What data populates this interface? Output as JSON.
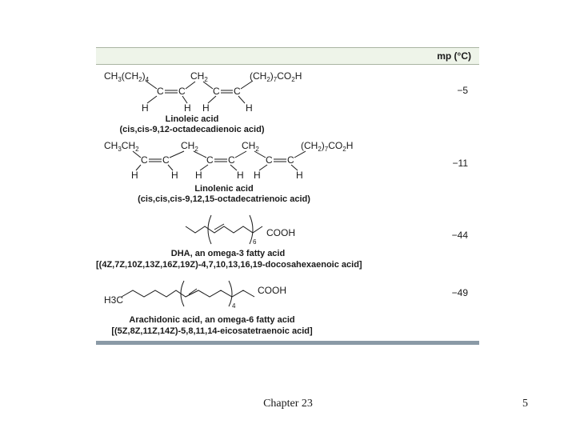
{
  "table": {
    "mp_header": "mp (°C)",
    "rows": [
      {
        "name": "Linoleic acid",
        "systematic": "(cis,cis-9,12-octadecadienoic acid)",
        "mp": "−5",
        "struct": {
          "left_group": "CH3(CH2)4",
          "ch2_1": "CH2",
          "right_group": "(CH2)7CO2H",
          "h": "H"
        }
      },
      {
        "name": "Linolenic acid",
        "systematic": "(cis,cis,cis-9,12,15-octadecatrienoic acid)",
        "mp": "−11",
        "struct": {
          "left_group": "CH3CH2",
          "ch2_1": "CH2",
          "ch2_2": "CH2",
          "right_group": "(CH2)7CO2H",
          "h": "H"
        }
      },
      {
        "name": "DHA, an omega-3 fatty acid",
        "systematic": "[(4Z,7Z,10Z,13Z,16Z,19Z)-4,7,10,13,16,19-docosahexaenoic acid]",
        "mp": "−44",
        "struct": {
          "acid": "COOH",
          "repeat": "6"
        }
      },
      {
        "name": "Arachidonic acid, an omega-6 fatty acid",
        "systematic": "[(5Z,8Z,11Z,14Z)-5,8,11,14-eicosatetraenoic acid]",
        "mp": "−49",
        "struct": {
          "methyl": "H3C",
          "acid": "COOH",
          "repeat": "4"
        }
      }
    ]
  },
  "footer": {
    "title": "Chapter 23",
    "page_number": "5"
  }
}
